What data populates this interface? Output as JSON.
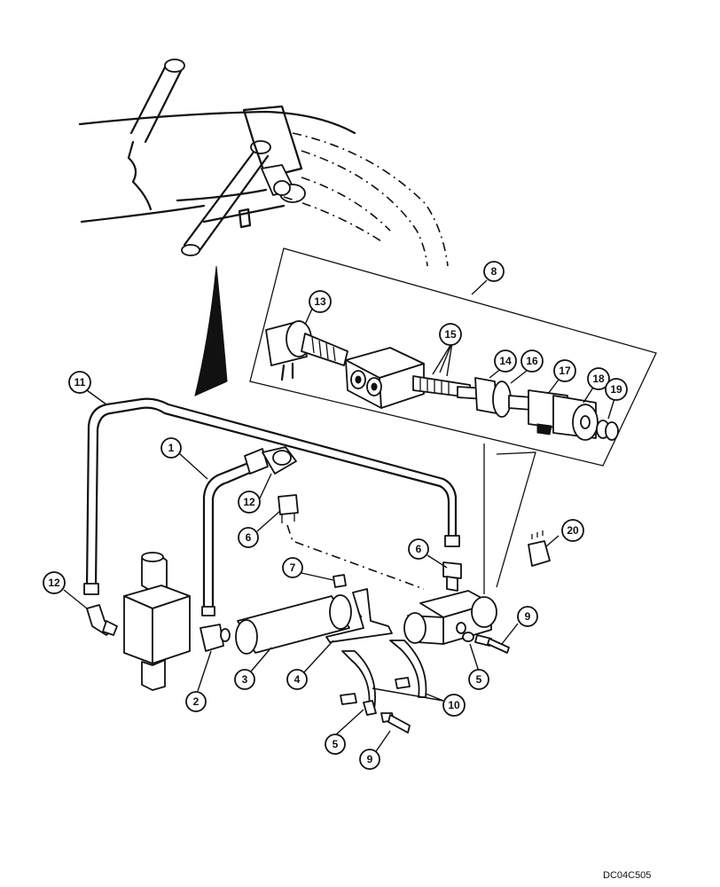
{
  "reference_code": "DC04C505",
  "callouts": [
    {
      "id": "c1",
      "label": "1"
    },
    {
      "id": "c2",
      "label": "2"
    },
    {
      "id": "c3",
      "label": "3"
    },
    {
      "id": "c4",
      "label": "4"
    },
    {
      "id": "c5a",
      "label": "5"
    },
    {
      "id": "c5b",
      "label": "5"
    },
    {
      "id": "c6a",
      "label": "6"
    },
    {
      "id": "c6b",
      "label": "6"
    },
    {
      "id": "c7",
      "label": "7"
    },
    {
      "id": "c8",
      "label": "8"
    },
    {
      "id": "c9a",
      "label": "9"
    },
    {
      "id": "c9b",
      "label": "9"
    },
    {
      "id": "c10",
      "label": "10"
    },
    {
      "id": "c11",
      "label": "11"
    },
    {
      "id": "c12a",
      "label": "12"
    },
    {
      "id": "c12b",
      "label": "12"
    },
    {
      "id": "c13",
      "label": "13"
    },
    {
      "id": "c14",
      "label": "14"
    },
    {
      "id": "c15",
      "label": "15"
    },
    {
      "id": "c16",
      "label": "16"
    },
    {
      "id": "c17",
      "label": "17"
    },
    {
      "id": "c18",
      "label": "18"
    },
    {
      "id": "c19",
      "label": "19"
    },
    {
      "id": "c20",
      "label": "20"
    }
  ]
}
